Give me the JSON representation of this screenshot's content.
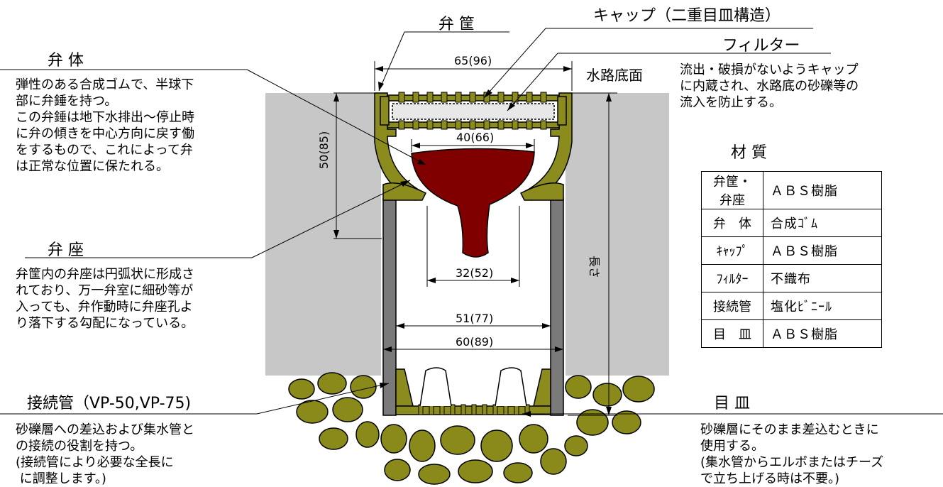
{
  "labels": {
    "bentube": "弁 筐",
    "cap": "キャップ（二重目皿構造）",
    "filter": "フィルター",
    "filter_desc": "流出・破損がないようキャップ\nに内蔵され、水路底の砂礫等の\n流入を防止する。",
    "bentai": "弁 体",
    "bentai_desc": "弾性のある合成ゴムで、半球下\n部に弁錘を持つ。\nこの弁錘は地下水排出～停止時\nに弁の傾きを中心方向に戻す働\nをするもので、これによって弁\nは正常な位置に保たれる。",
    "benza": "弁 座",
    "benza_desc": "弁筐内の弁座は円弧状に形成さ\nれており、万一弁室に細砂等が\n入っても、弁作動時に弁座孔よ\nり落下する勾配になっている。",
    "connector": "接続管（VP-50,VP-75)",
    "connector_desc": "砂礫層への差込および集水管と\nの接続の役割を持つ。\n(接続管により必要な全長に\n に調整します。)",
    "mezara": "目 皿",
    "mezara_desc": "砂礫層にそのまま差込むときに\n使用する。\n(集水管からエルボまたはチーズ\nで立ち上げる時は不要。)",
    "waterway": "水路底面",
    "length": "長さ"
  },
  "dimensions": {
    "top_width": "65(96)",
    "valve_width": "40(66)",
    "height": "50(85)",
    "stem_width": "32(52)",
    "inner_width": "51(77)",
    "outer_width": "60(89)"
  },
  "materials": {
    "title": "材 質",
    "rows": [
      {
        "part": "弁筐・弁座",
        "material": "ＡＢＳ樹脂"
      },
      {
        "part": "弁　体",
        "material": "合成ｺﾞﾑ"
      },
      {
        "part": "ｷｬｯﾌﾟ",
        "material": "ＡＢＳ樹脂"
      },
      {
        "part": "ﾌｨﾙﾀｰ",
        "material": "不織布"
      },
      {
        "part": "接続管",
        "material": "塩化ﾋﾞﾆｰﾙ"
      },
      {
        "part": "目　皿",
        "material": "ＡＢＳ樹脂"
      }
    ]
  },
  "colors": {
    "housing": "#8b8b1e",
    "valve": "#800000",
    "ground": "#c7c7c7",
    "pipe": "#7a7a7a",
    "gravel": "#8a8a1a"
  }
}
